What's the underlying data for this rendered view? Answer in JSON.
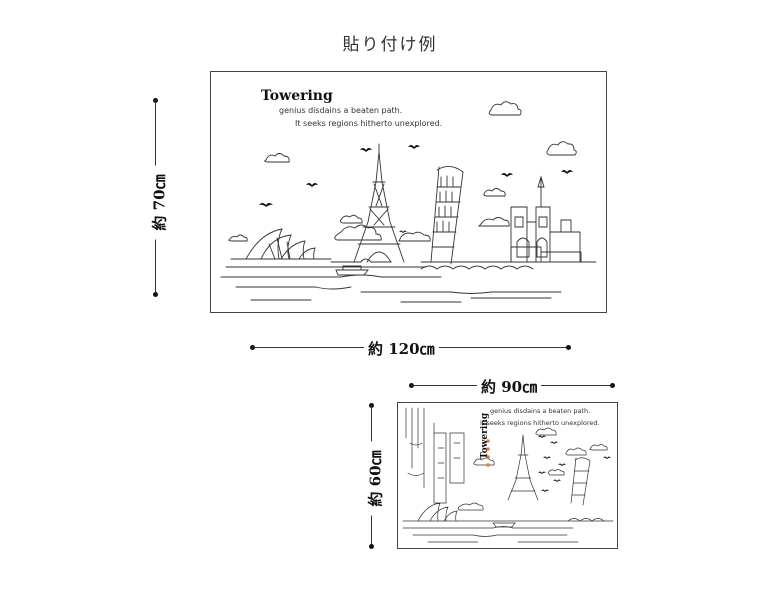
{
  "page_title": "貼り付け例",
  "large_example": {
    "headline": "Towering",
    "tagline_1": "genius disdains a beaten path.",
    "tagline_2": "It seeks regions hitherto unexplored.",
    "width_label": "約 120㎝",
    "height_label": "約 70㎝"
  },
  "small_example": {
    "headline": "Towering",
    "tagline_1": "genius disdains a beaten path.",
    "tagline_2": "It seeks regions hitherto unexplored.",
    "width_label": "約 90㎝",
    "height_label": "約 60㎝"
  },
  "colors": {
    "line": "#333333",
    "accent_dots": "#e07a3a"
  }
}
